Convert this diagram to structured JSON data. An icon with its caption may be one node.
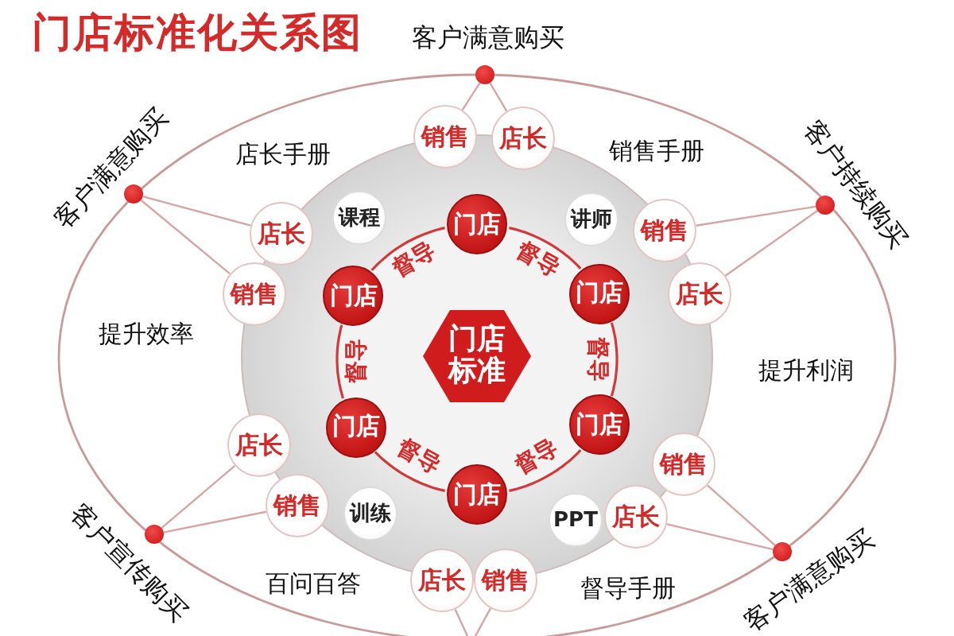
{
  "diagram": {
    "title": "门店标准化关系图",
    "nodes": [
      {
        "text": [],
        "shape": "circle",
        "beside": [
          "客户满意购买"
        ]
      },
      {
        "text": [],
        "shape": "circle",
        "beside": [
          "客户满意购买"
        ]
      },
      {
        "text": [],
        "shape": "circle",
        "beside": [
          "客户持续购买"
        ]
      },
      {
        "text": [
          "销售"
        ]
      },
      {
        "text": [
          "店长"
        ]
      },
      {
        "text": [
          "店长"
        ]
      },
      {
        "text": [
          "销售"
        ]
      },
      {
        "text": [
          "销售"
        ]
      },
      {
        "text": [
          "店长"
        ]
      },
      {
        "text": [
          "课程"
        ]
      },
      {
        "text": [
          "讲师"
        ]
      },
      {
        "text": [
          "门店"
        ]
      },
      {
        "text": [
          "门店"
        ]
      },
      {
        "text": [
          "门店"
        ]
      },
      {
        "text": [
          "门店标准"
        ]
      },
      {
        "text": [
          "门店"
        ]
      },
      {
        "text": [
          "门店"
        ]
      },
      {
        "text": [
          "门店"
        ]
      },
      {
        "text": [
          "店长"
        ]
      },
      {
        "text": [
          "销售"
        ]
      },
      {
        "text": [
          "销售"
        ]
      },
      {
        "text": [
          "店长"
        ]
      },
      {
        "text": [
          "训练"
        ]
      },
      {
        "text": [
          "PPT"
        ]
      },
      {
        "text": [],
        "shape": "circle",
        "beside": [
          "客户宣传购买"
        ]
      },
      {
        "text": [],
        "shape": "circle",
        "beside": [
          "客户满意购买"
        ]
      },
      {
        "text": [
          "店长"
        ]
      },
      {
        "text": [
          "销售"
        ]
      }
    ],
    "edges": [
      {
        "from": 0,
        "to": 3,
        "arrow": "none"
      },
      {
        "from": 0,
        "to": 4,
        "arrow": "none"
      },
      {
        "from": 1,
        "to": 5,
        "arrow": "none"
      },
      {
        "from": 1,
        "to": 7,
        "arrow": "none"
      },
      {
        "from": 2,
        "to": 6,
        "arrow": "none"
      },
      {
        "from": 2,
        "to": 8,
        "arrow": "none"
      },
      {
        "from": 24,
        "to": 18,
        "arrow": "none"
      },
      {
        "from": 24,
        "to": 20,
        "arrow": "none"
      },
      {
        "from": 25,
        "to": 19,
        "arrow": "none"
      },
      {
        "from": 25,
        "to": 21,
        "arrow": "none"
      },
      {
        "from": null,
        "to": 26,
        "arrow": "none"
      },
      {
        "from": null,
        "to": 27,
        "arrow": "none"
      },
      {
        "from": 11,
        "to": 13,
        "arrow": "none",
        "label": "督导",
        "color": "#d03a3a"
      },
      {
        "from": 13,
        "to": 16,
        "arrow": "none",
        "label": "督导",
        "color": "#d03a3a"
      },
      {
        "from": 16,
        "to": 17,
        "arrow": "none",
        "label": "督导",
        "color": "#d03a3a"
      },
      {
        "from": 17,
        "to": 15,
        "arrow": "none",
        "label": "督导",
        "color": "#d03a3a"
      },
      {
        "from": 15,
        "to": 12,
        "arrow": "none",
        "label": "督导",
        "color": "#d03a3a"
      },
      {
        "from": 12,
        "to": 11,
        "arrow": "none",
        "label": "督导",
        "color": "#d03a3a"
      }
    ],
    "labels": [
      "店长手册",
      "销售手册",
      "提升效率",
      "提升利润",
      "百问百答",
      "督导手册"
    ]
  }
}
